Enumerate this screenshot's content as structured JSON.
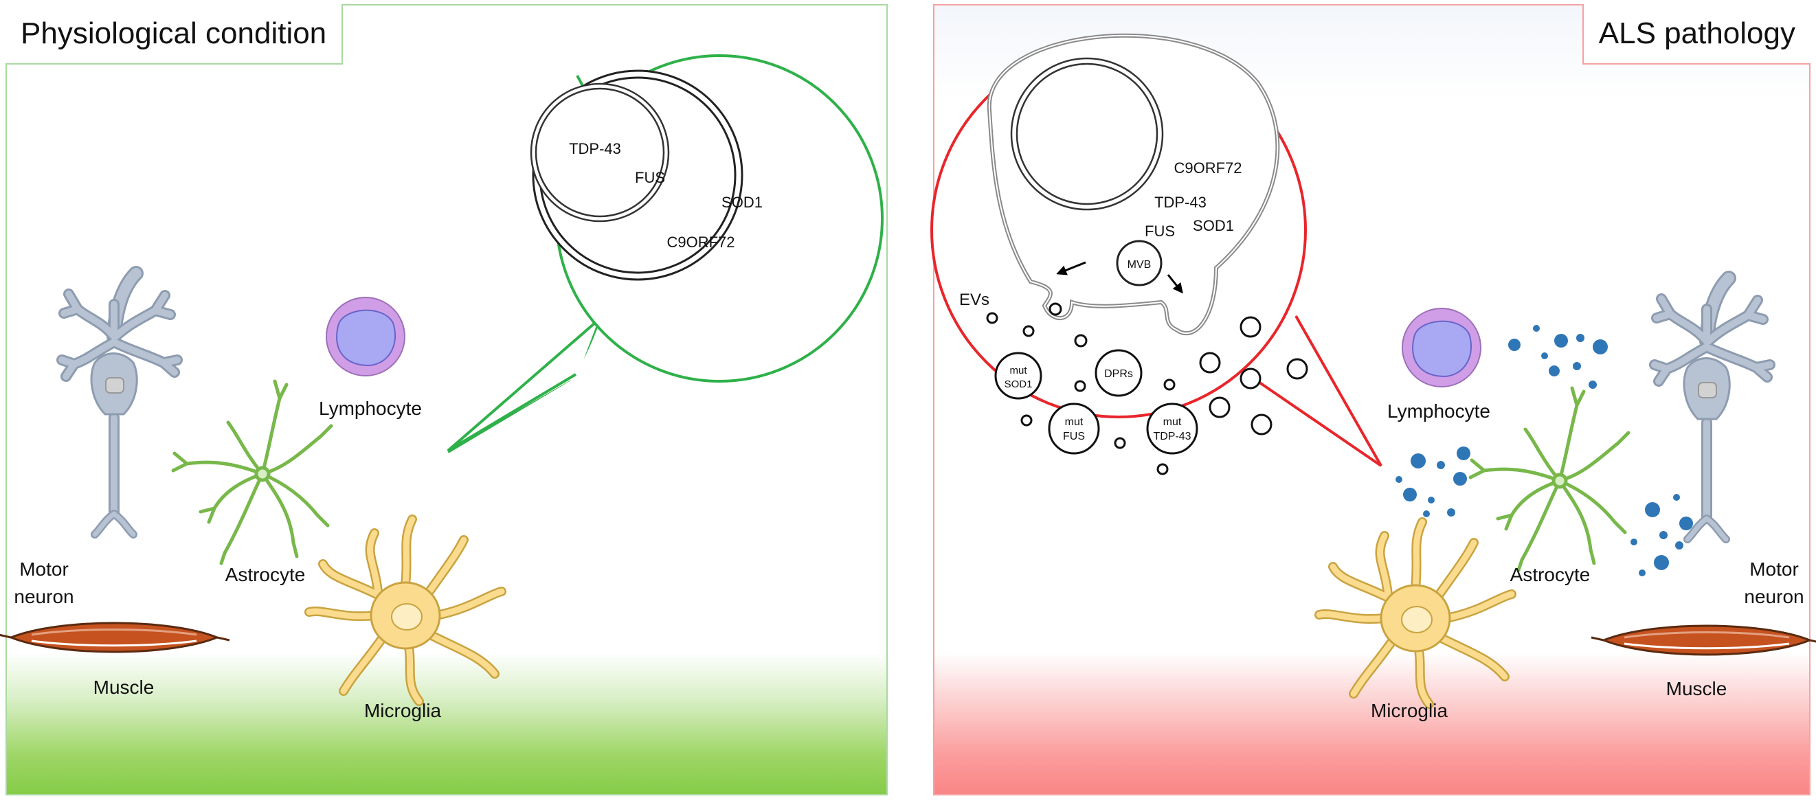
{
  "left_panel": {
    "title": "Physiological condition",
    "labels": {
      "tdp43": "TDP-43",
      "fus": "FUS",
      "sod1": "SOD1",
      "c9orf72": "C9ORF72",
      "lymphocyte": "Lymphocyte",
      "astrocyte": "Astrocyte",
      "motor_line1": "Motor",
      "motor_line2": "neuron",
      "muscle": "Muscle",
      "microglia": "Microglia"
    }
  },
  "right_panel": {
    "title": "ALS pathology",
    "labels": {
      "c9orf72": "C9ORF72",
      "tdp43": "TDP-43",
      "fus": "FUS",
      "sod1": "SOD1",
      "mvb": "MVB",
      "evs": "EVs",
      "dprs": "DPRs",
      "mut_sod1_line1": "mut",
      "mut_sod1_line2": "SOD1",
      "mut_fus_line1": "mut",
      "mut_fus_line2": "FUS",
      "mut_tdp_line1": "mut",
      "mut_tdp_line2": "TDP-43",
      "lymphocyte": "Lymphocyte",
      "astrocyte": "Astrocyte",
      "motor_line1": "Motor",
      "motor_line2": "neuron",
      "muscle": "Muscle",
      "microglia": "Microglia"
    }
  },
  "colors": {
    "healthy_accent": "#2fb14a",
    "disease_accent": "#e8262b",
    "neuron": "#b7c3d3",
    "astrocyte": "#78b84a",
    "microglia": "#fbdc8f",
    "lymphocyte_outer": "#cf9ee6",
    "lymphocyte_inner": "#a9a8f3",
    "muscle": "#c6521f",
    "cytokine": "#2f76b6"
  }
}
